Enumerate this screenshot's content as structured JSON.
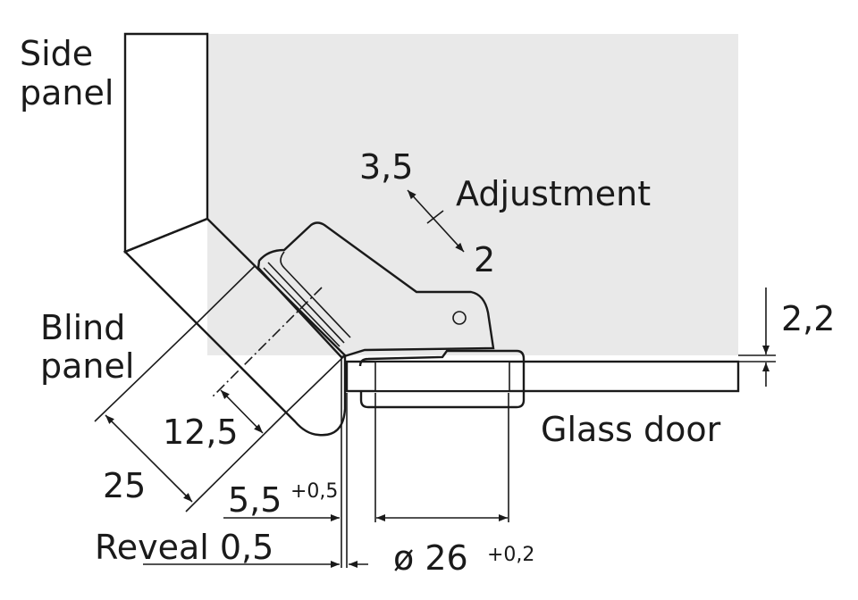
{
  "diagram": {
    "labels": {
      "side_panel_1": "Side",
      "side_panel_2": "panel",
      "blind_panel_1": "Blind",
      "blind_panel_2": "panel",
      "glass_door": "Glass door",
      "adjustment": "Adjustment",
      "adjust_plus": "3,5",
      "adjust_minus": "2"
    },
    "dimensions": {
      "gap_2_2": "2,2",
      "d_12_5": "12,5",
      "d_25": "25",
      "d_5_5": "5,5",
      "d_5_5_tol": "+0,5",
      "reveal": "Reveal 0,5",
      "bore": "ø 26",
      "bore_tol": "+0,2"
    },
    "colors": {
      "cabinet": "#e9e9e9",
      "panel": "#c6c6c8",
      "line": "#1a1a1a"
    }
  }
}
